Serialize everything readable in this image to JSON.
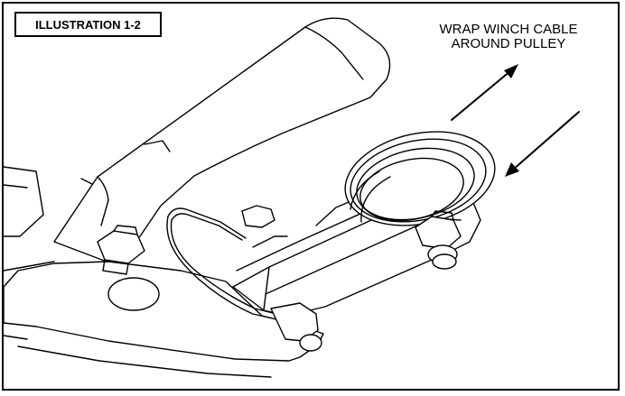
{
  "illustration": {
    "label": "ILLUSTRATION 1-2"
  },
  "callout": {
    "line1": "WRAP WINCH CABLE",
    "line2": "AROUND PULLEY"
  },
  "icons": [
    "arrow-away-icon",
    "arrow-toward-icon"
  ],
  "colors": {
    "ink": "#000000",
    "paper": "#ffffff"
  }
}
